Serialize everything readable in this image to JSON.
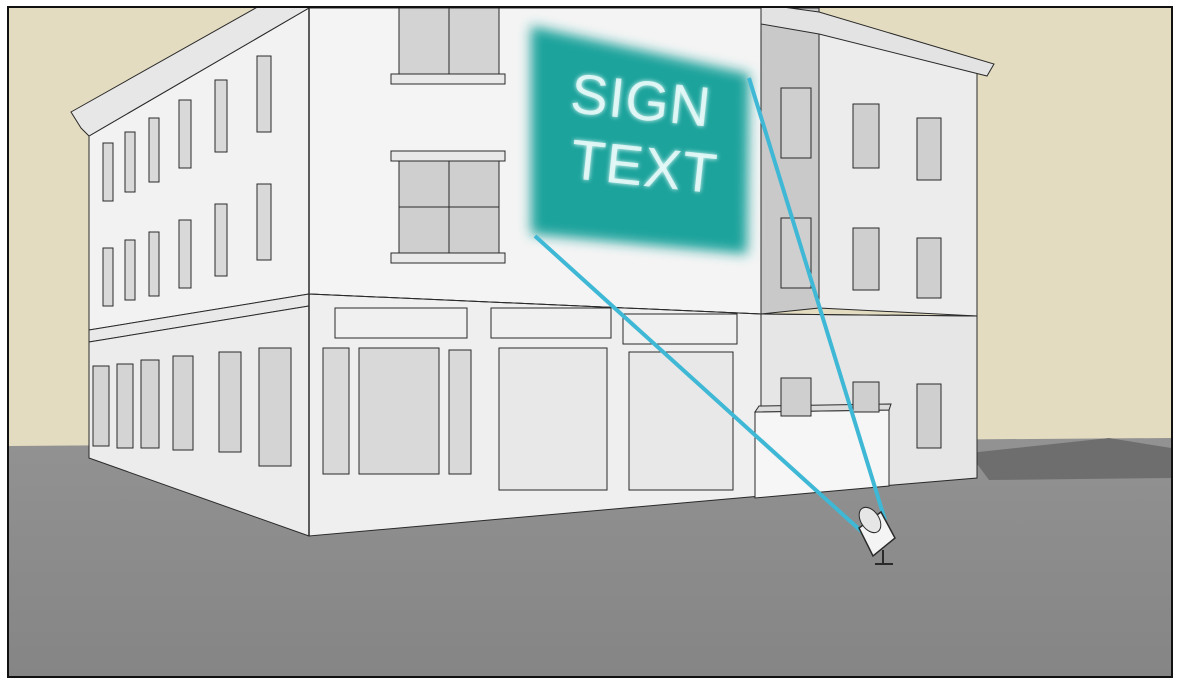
{
  "sign": {
    "line1": "SIGN",
    "line2": "TEXT"
  },
  "colors": {
    "sky": "#e4dcc0",
    "ground": "#8c8c8c",
    "facade_light": "#f1f1f1",
    "facade_side": "#d6d6d6",
    "sign_fill": "#1aa39c",
    "beam": "#3fb8d6",
    "outline": "#2a2a2a"
  },
  "scene": {
    "building": "three-storey-corner-building",
    "projector": "projector-icon"
  }
}
